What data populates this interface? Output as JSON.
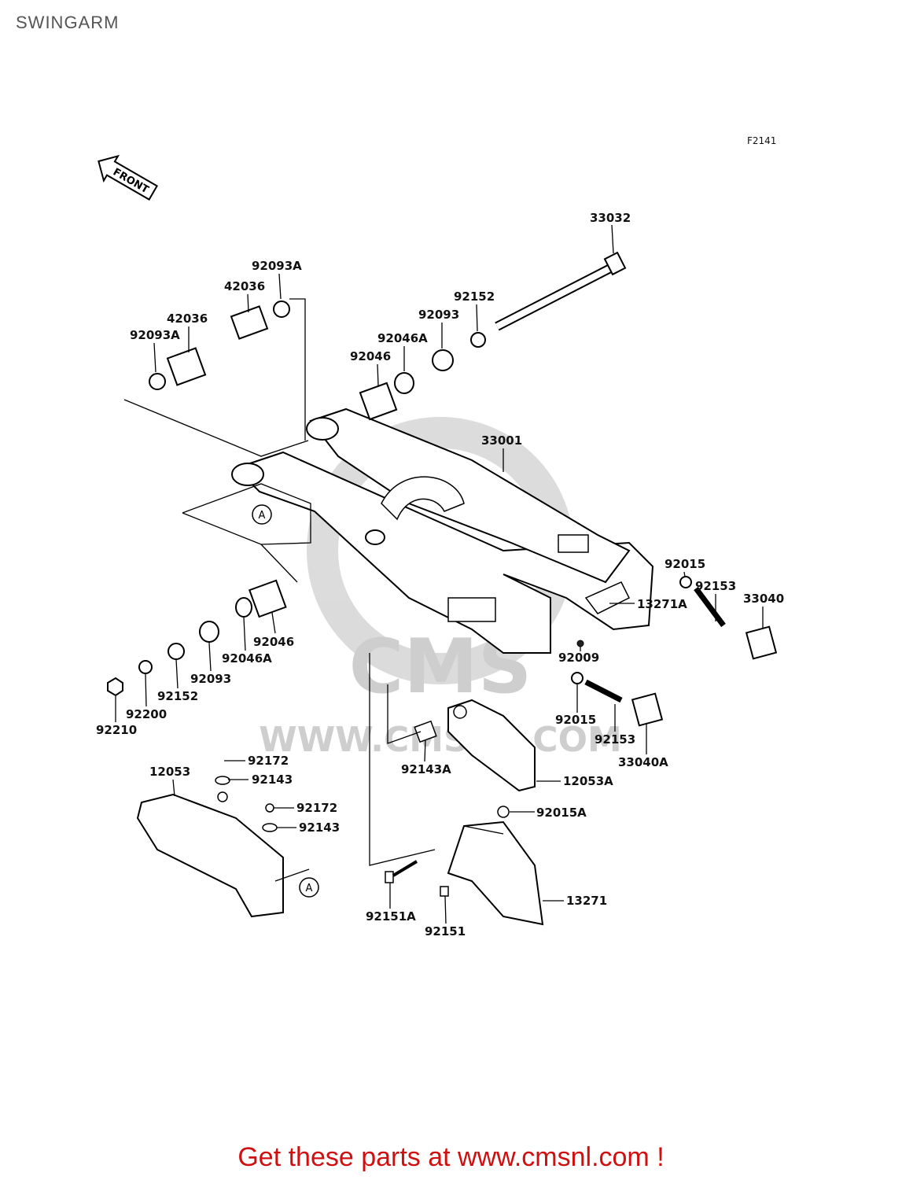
{
  "page": {
    "title": "SWINGARM",
    "figure_code": "F2141",
    "front_label": "FRONT",
    "ref_marker": "A",
    "watermark_url": "WWW.CMSNL.COM",
    "watermark_logo": "CMS",
    "footer_text": "Get these parts at www.cmsnl.com !",
    "footer_color": "#d01010"
  },
  "parts": [
    {
      "id": "33032",
      "label": "33032"
    },
    {
      "id": "92093A-top",
      "label": "92093A"
    },
    {
      "id": "42036-top",
      "label": "42036"
    },
    {
      "id": "92152-top",
      "label": "92152"
    },
    {
      "id": "42036-left",
      "label": "42036"
    },
    {
      "id": "92093A-left",
      "label": "92093A"
    },
    {
      "id": "92093-top",
      "label": "92093"
    },
    {
      "id": "92046A-top",
      "label": "92046A"
    },
    {
      "id": "92046-top",
      "label": "92046"
    },
    {
      "id": "33001",
      "label": "33001"
    },
    {
      "id": "92015-right",
      "label": "92015"
    },
    {
      "id": "92153-right",
      "label": "92153"
    },
    {
      "id": "33040",
      "label": "33040"
    },
    {
      "id": "13271A",
      "label": "13271A"
    },
    {
      "id": "92009",
      "label": "92009"
    },
    {
      "id": "92046-bottom",
      "label": "92046"
    },
    {
      "id": "92046A-bottom",
      "label": "92046A"
    },
    {
      "id": "92093-bottom",
      "label": "92093"
    },
    {
      "id": "92152-bottom",
      "label": "92152"
    },
    {
      "id": "92200",
      "label": "92200"
    },
    {
      "id": "92210",
      "label": "92210"
    },
    {
      "id": "92015-mid",
      "label": "92015"
    },
    {
      "id": "92153-mid",
      "label": "92153"
    },
    {
      "id": "33040A",
      "label": "33040A"
    },
    {
      "id": "92143A",
      "label": "92143A"
    },
    {
      "id": "12053A",
      "label": "12053A"
    },
    {
      "id": "12053",
      "label": "12053"
    },
    {
      "id": "92172-a",
      "label": "92172"
    },
    {
      "id": "92143-a",
      "label": "92143"
    },
    {
      "id": "92172-b",
      "label": "92172"
    },
    {
      "id": "92143-b",
      "label": "92143"
    },
    {
      "id": "92015A",
      "label": "92015A"
    },
    {
      "id": "13271",
      "label": "13271"
    },
    {
      "id": "92151A",
      "label": "92151A"
    },
    {
      "id": "92151",
      "label": "92151"
    }
  ]
}
